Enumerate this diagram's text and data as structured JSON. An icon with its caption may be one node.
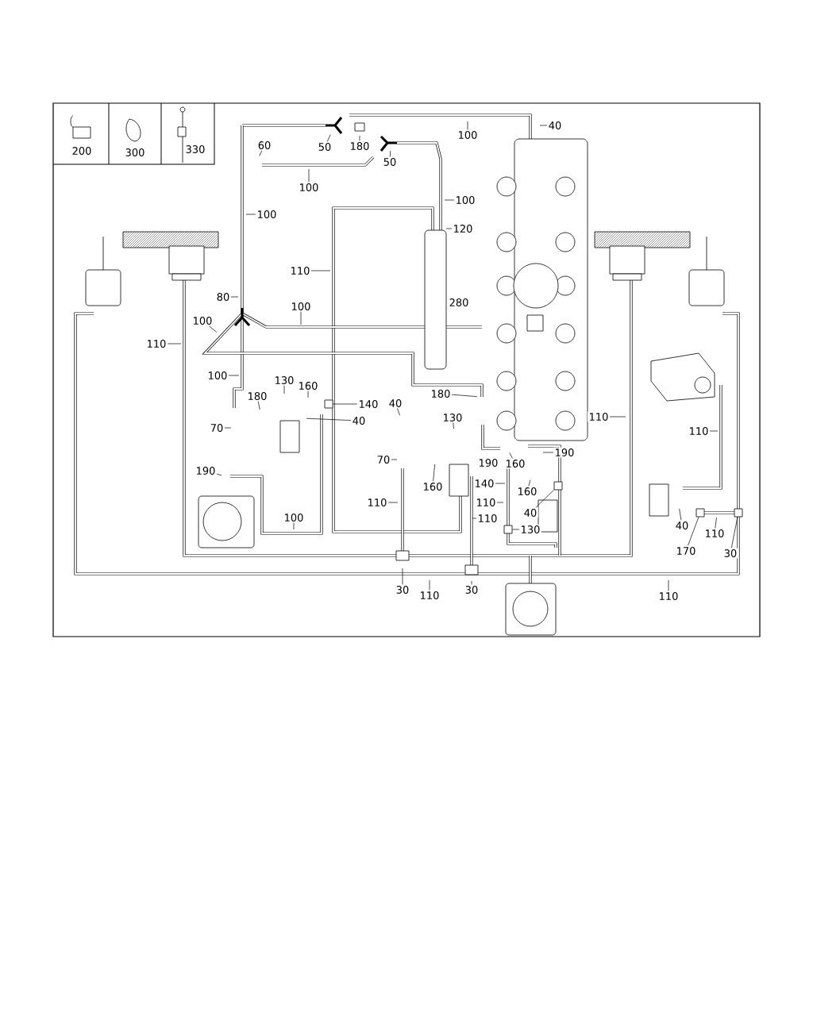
{
  "diagram": {
    "nodes": [
      {
        "text": [
          "50"
        ]
      },
      {
        "text": [
          "180"
        ]
      },
      {
        "text": [
          "50"
        ]
      },
      {
        "text": [
          "100"
        ]
      },
      {
        "text": [
          "40"
        ]
      },
      {
        "text": [
          "60"
        ]
      },
      {
        "text": [
          "100"
        ]
      },
      {
        "text": [
          "100"
        ]
      },
      {
        "text": [
          "100"
        ]
      },
      {
        "text": [
          "120"
        ]
      },
      {
        "text": [
          "110"
        ]
      },
      {
        "text": [
          "80"
        ]
      },
      {
        "text": [
          "100"
        ]
      },
      {
        "text": [
          "100"
        ]
      },
      {
        "text": [
          "110"
        ]
      },
      {
        "text": [
          "100"
        ]
      },
      {
        "text": [
          "130"
        ]
      },
      {
        "text": [
          "160"
        ]
      },
      {
        "text": [
          "180"
        ]
      },
      {
        "text": [
          "140"
        ]
      },
      {
        "text": [
          "40"
        ]
      },
      {
        "text": [
          "70"
        ]
      },
      {
        "text": [
          "40"
        ]
      },
      {
        "text": [
          "180"
        ]
      },
      {
        "text": [
          "130"
        ]
      },
      {
        "text": [
          "110"
        ]
      },
      {
        "text": [
          "110"
        ]
      },
      {
        "text": [
          "70"
        ]
      },
      {
        "text": [
          "160"
        ]
      },
      {
        "text": [
          "190"
        ]
      },
      {
        "text": [
          "190"
        ]
      },
      {
        "text": [
          "160"
        ]
      },
      {
        "text": [
          "140"
        ]
      },
      {
        "text": [
          "160"
        ]
      },
      {
        "text": [
          "40"
        ]
      },
      {
        "text": [
          "110"
        ]
      },
      {
        "text": [
          "110"
        ]
      },
      {
        "text": [
          "110"
        ]
      },
      {
        "text": [
          "130"
        ]
      },
      {
        "text": [
          "100"
        ]
      },
      {
        "text": [
          "40"
        ]
      },
      {
        "text": [
          "170"
        ]
      },
      {
        "text": [
          "110"
        ]
      },
      {
        "text": [
          "30"
        ]
      },
      {
        "text": [
          "30"
        ]
      },
      {
        "text": [
          "110"
        ]
      },
      {
        "text": [
          "30"
        ]
      },
      {
        "text": [
          "110"
        ]
      },
      {
        "text": [],
        "shape": "box"
      },
      {
        "text": [],
        "shape": "box"
      },
      {
        "text": [],
        "shape": "box"
      },
      {
        "text": [],
        "shape": "box"
      },
      {
        "text": [],
        "shape": "box"
      }
    ],
    "edges": [
      {
        "from": 0,
        "to": null,
        "arrow": "none"
      },
      {
        "from": 1,
        "to": null,
        "arrow": "none"
      },
      {
        "from": 2,
        "to": null,
        "arrow": "none"
      },
      {
        "from": 3,
        "to": null,
        "arrow": "none"
      },
      {
        "from": 4,
        "to": null,
        "arrow": "none"
      },
      {
        "from": 5,
        "to": null,
        "arrow": "none"
      },
      {
        "from": 6,
        "to": null,
        "arrow": "none"
      },
      {
        "from": 7,
        "to": null,
        "arrow": "none"
      },
      {
        "from": 8,
        "to": null,
        "arrow": "none"
      },
      {
        "from": 9,
        "to": null,
        "arrow": "none"
      },
      {
        "from": 10,
        "to": null,
        "arrow": "none"
      },
      {
        "from": 11,
        "to": null,
        "arrow": "none"
      },
      {
        "from": 12,
        "to": null,
        "arrow": "none"
      },
      {
        "from": 13,
        "to": null,
        "arrow": "none"
      },
      {
        "from": 14,
        "to": null,
        "arrow": "none"
      },
      {
        "from": 15,
        "to": null,
        "arrow": "none"
      },
      {
        "from": 16,
        "to": null,
        "arrow": "none"
      },
      {
        "from": 17,
        "to": null,
        "arrow": "none"
      },
      {
        "from": 18,
        "to": null,
        "arrow": "none"
      },
      {
        "from": 19,
        "to": 48,
        "arrow": "none"
      },
      {
        "from": 20,
        "to": null,
        "arrow": "none"
      },
      {
        "from": 21,
        "to": null,
        "arrow": "none"
      },
      {
        "from": 22,
        "to": null,
        "arrow": "none"
      },
      {
        "from": 23,
        "to": null,
        "arrow": "none"
      },
      {
        "from": 24,
        "to": null,
        "arrow": "none"
      },
      {
        "from": 25,
        "to": null,
        "arrow": "none"
      },
      {
        "from": 26,
        "to": null,
        "arrow": "none"
      },
      {
        "from": 27,
        "to": null,
        "arrow": "none"
      },
      {
        "from": 28,
        "to": null,
        "arrow": "none"
      },
      {
        "from": 29,
        "to": null,
        "arrow": "none"
      },
      {
        "from": 30,
        "to": null,
        "arrow": "none"
      },
      {
        "from": 31,
        "to": null,
        "arrow": "none"
      },
      {
        "from": 32,
        "to": null,
        "arrow": "none"
      },
      {
        "from": 33,
        "to": null,
        "arrow": "none"
      },
      {
        "from": 34,
        "to": 49,
        "arrow": "none"
      },
      {
        "from": 35,
        "to": null,
        "arrow": "none"
      },
      {
        "from": 36,
        "to": null,
        "arrow": "none"
      },
      {
        "from": 37,
        "to": null,
        "arrow": "none"
      },
      {
        "from": 38,
        "to": 52,
        "arrow": "none"
      },
      {
        "from": 39,
        "to": null,
        "arrow": "none"
      },
      {
        "from": 40,
        "to": null,
        "arrow": "none"
      },
      {
        "from": 41,
        "to": 50,
        "arrow": "none"
      },
      {
        "from": 42,
        "to": null,
        "arrow": "none"
      },
      {
        "from": 43,
        "to": 51,
        "arrow": "none"
      },
      {
        "from": 44,
        "to": null,
        "arrow": "none"
      },
      {
        "from": 45,
        "to": null,
        "arrow": "none"
      },
      {
        "from": 46,
        "to": null,
        "arrow": "none"
      },
      {
        "from": 47,
        "to": null,
        "arrow": "none"
      }
    ],
    "labels": [
      "200",
      "300",
      "330",
      "280",
      "190"
    ]
  }
}
